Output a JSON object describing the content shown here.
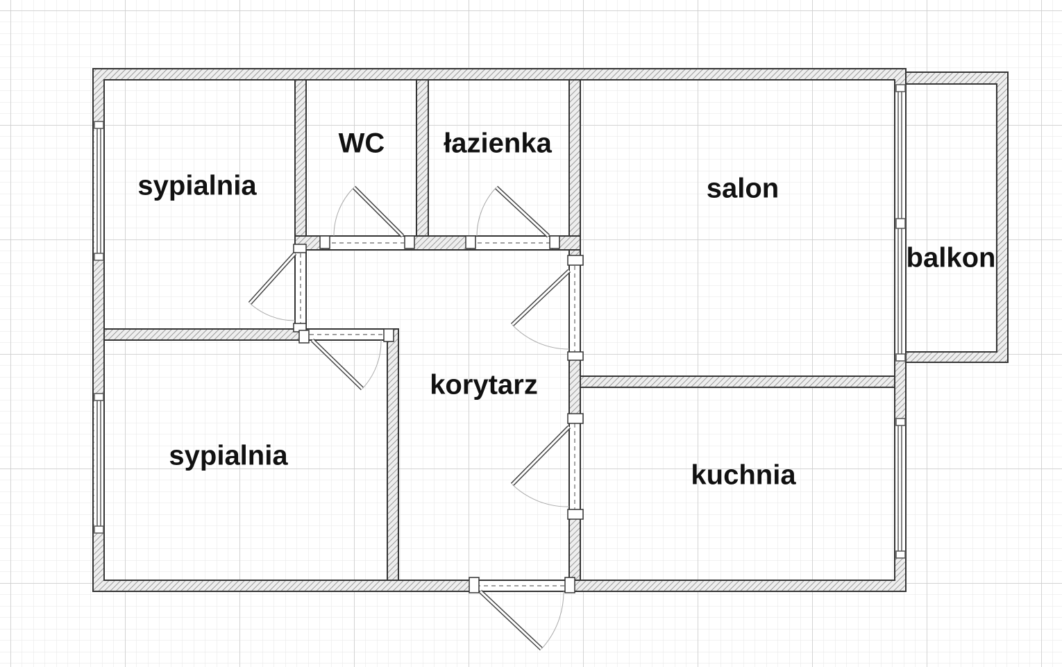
{
  "colors": {
    "wall_fill": "#d9d9d9",
    "wall_stroke": "#333333",
    "grid_minor": "#e4e4e4",
    "grid_major": "#cfcfcf"
  },
  "rooms": [
    {
      "id": "bedroom-1",
      "label": "sypialnia"
    },
    {
      "id": "wc",
      "label": "WC"
    },
    {
      "id": "bathroom",
      "label": "łazienka"
    },
    {
      "id": "living-room",
      "label": "salon"
    },
    {
      "id": "balcony",
      "label": "balkon"
    },
    {
      "id": "corridor",
      "label": "korytarz"
    },
    {
      "id": "bedroom-2",
      "label": "sypialnia"
    },
    {
      "id": "kitchen",
      "label": "kuchnia"
    }
  ]
}
